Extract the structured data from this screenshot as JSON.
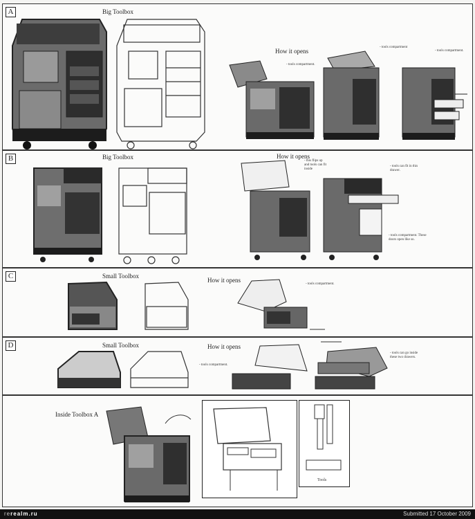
{
  "panels": [
    {
      "letter": "A",
      "title": "Big Toolbox",
      "how": "How it opens",
      "notes": [
        "- tools compartment.",
        "- tools compartment",
        "- tools compartment."
      ]
    },
    {
      "letter": "B",
      "title": "Big Toolbox",
      "how": "How it opens",
      "notes": [
        "- this flips up\nand tools can fit\ninside",
        "- tools can fit in this\ndrawer.",
        "- tools compartment. These\ndoors open like so."
      ]
    },
    {
      "letter": "C",
      "title": "Small Toolbox",
      "how": "How it opens",
      "notes": [
        "- tools compartment."
      ]
    },
    {
      "letter": "D",
      "title": "Small Toolbox",
      "how": "How it opens",
      "notes": [
        "- tools compartment.",
        "- tools can go inside\nthese two drawers."
      ]
    },
    {
      "letter": "",
      "title": "Inside Toolbox A",
      "how": "",
      "notes": [
        "Tools"
      ]
    }
  ],
  "footer": {
    "logo_prefix": "re",
    "logo_main": "realm.ru",
    "submitted": "Submitted 17 October 2009"
  },
  "colors": {
    "ink": "#222222",
    "dark": "#3a3a3a",
    "mid": "#7a7a7a",
    "light": "#bdbdbd"
  }
}
